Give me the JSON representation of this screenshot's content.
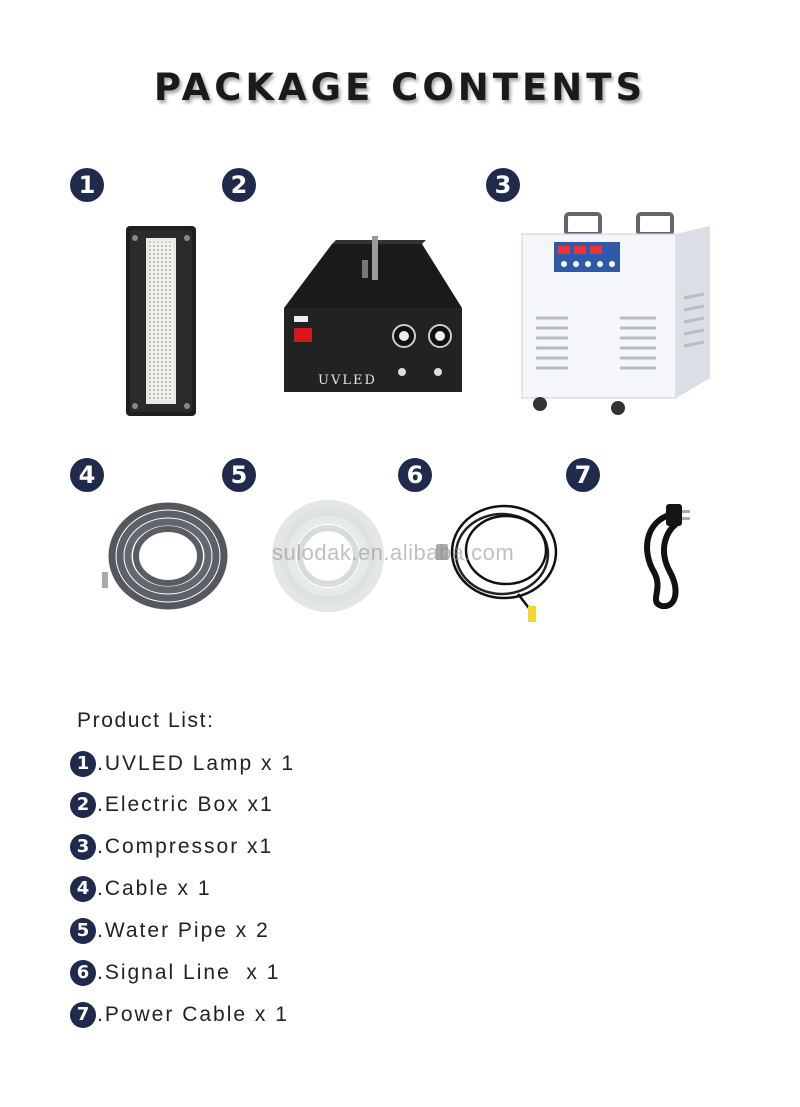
{
  "title": "PACKAGE CONTENTS",
  "watermark": "sulodak.en.alibaba.com",
  "lamp_label": "UVLED",
  "badges": [
    "1",
    "2",
    "3",
    "4",
    "5",
    "6",
    "7"
  ],
  "product_list": {
    "header": "Product List:",
    "items": [
      {
        "num": "1",
        "text": ".UVLED Lamp x 1"
      },
      {
        "num": "2",
        "text": ".Electric Box x1"
      },
      {
        "num": "3",
        "text": ".Compressor x1"
      },
      {
        "num": "4",
        "text": ".Cable x 1"
      },
      {
        "num": "5",
        "text": ".Water Pipe x 2"
      },
      {
        "num": "6",
        "text": ".Signal Line  x 1"
      },
      {
        "num": "7",
        "text": ".Power Cable x 1"
      }
    ]
  }
}
